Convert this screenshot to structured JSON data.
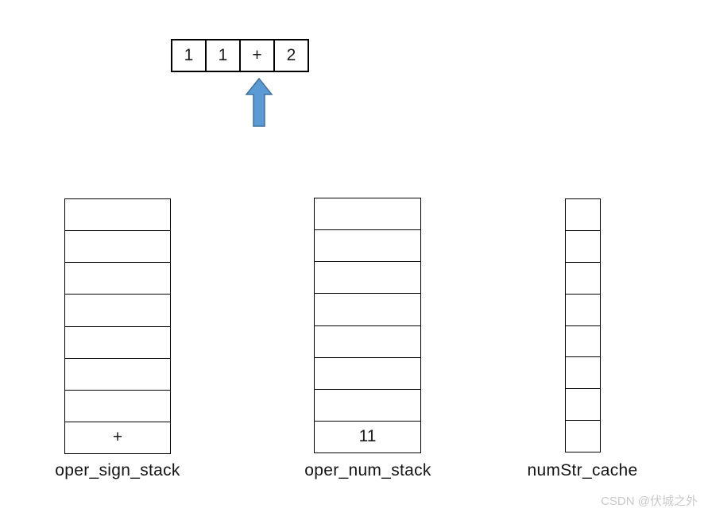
{
  "expression": {
    "cells": [
      "1",
      "1",
      "+",
      "2"
    ],
    "pointer_index": 2
  },
  "pointer_arrow": {
    "direction": "up",
    "fill": "#5b9bd5",
    "stroke": "#41719c"
  },
  "stacks": [
    {
      "label": "oper_sign_stack",
      "cells": [
        "",
        "",
        "",
        "",
        "",
        "",
        "",
        "+"
      ]
    },
    {
      "label": "oper_num_stack",
      "cells": [
        "",
        "",
        "",
        "",
        "",
        "",
        "",
        "11"
      ]
    },
    {
      "label": "numStr_cache",
      "cells": [
        "",
        "",
        "",
        "",
        "",
        "",
        "",
        ""
      ]
    }
  ],
  "watermark": {
    "text": "CSDN @伏城之外",
    "color": "#c9c9c9"
  }
}
